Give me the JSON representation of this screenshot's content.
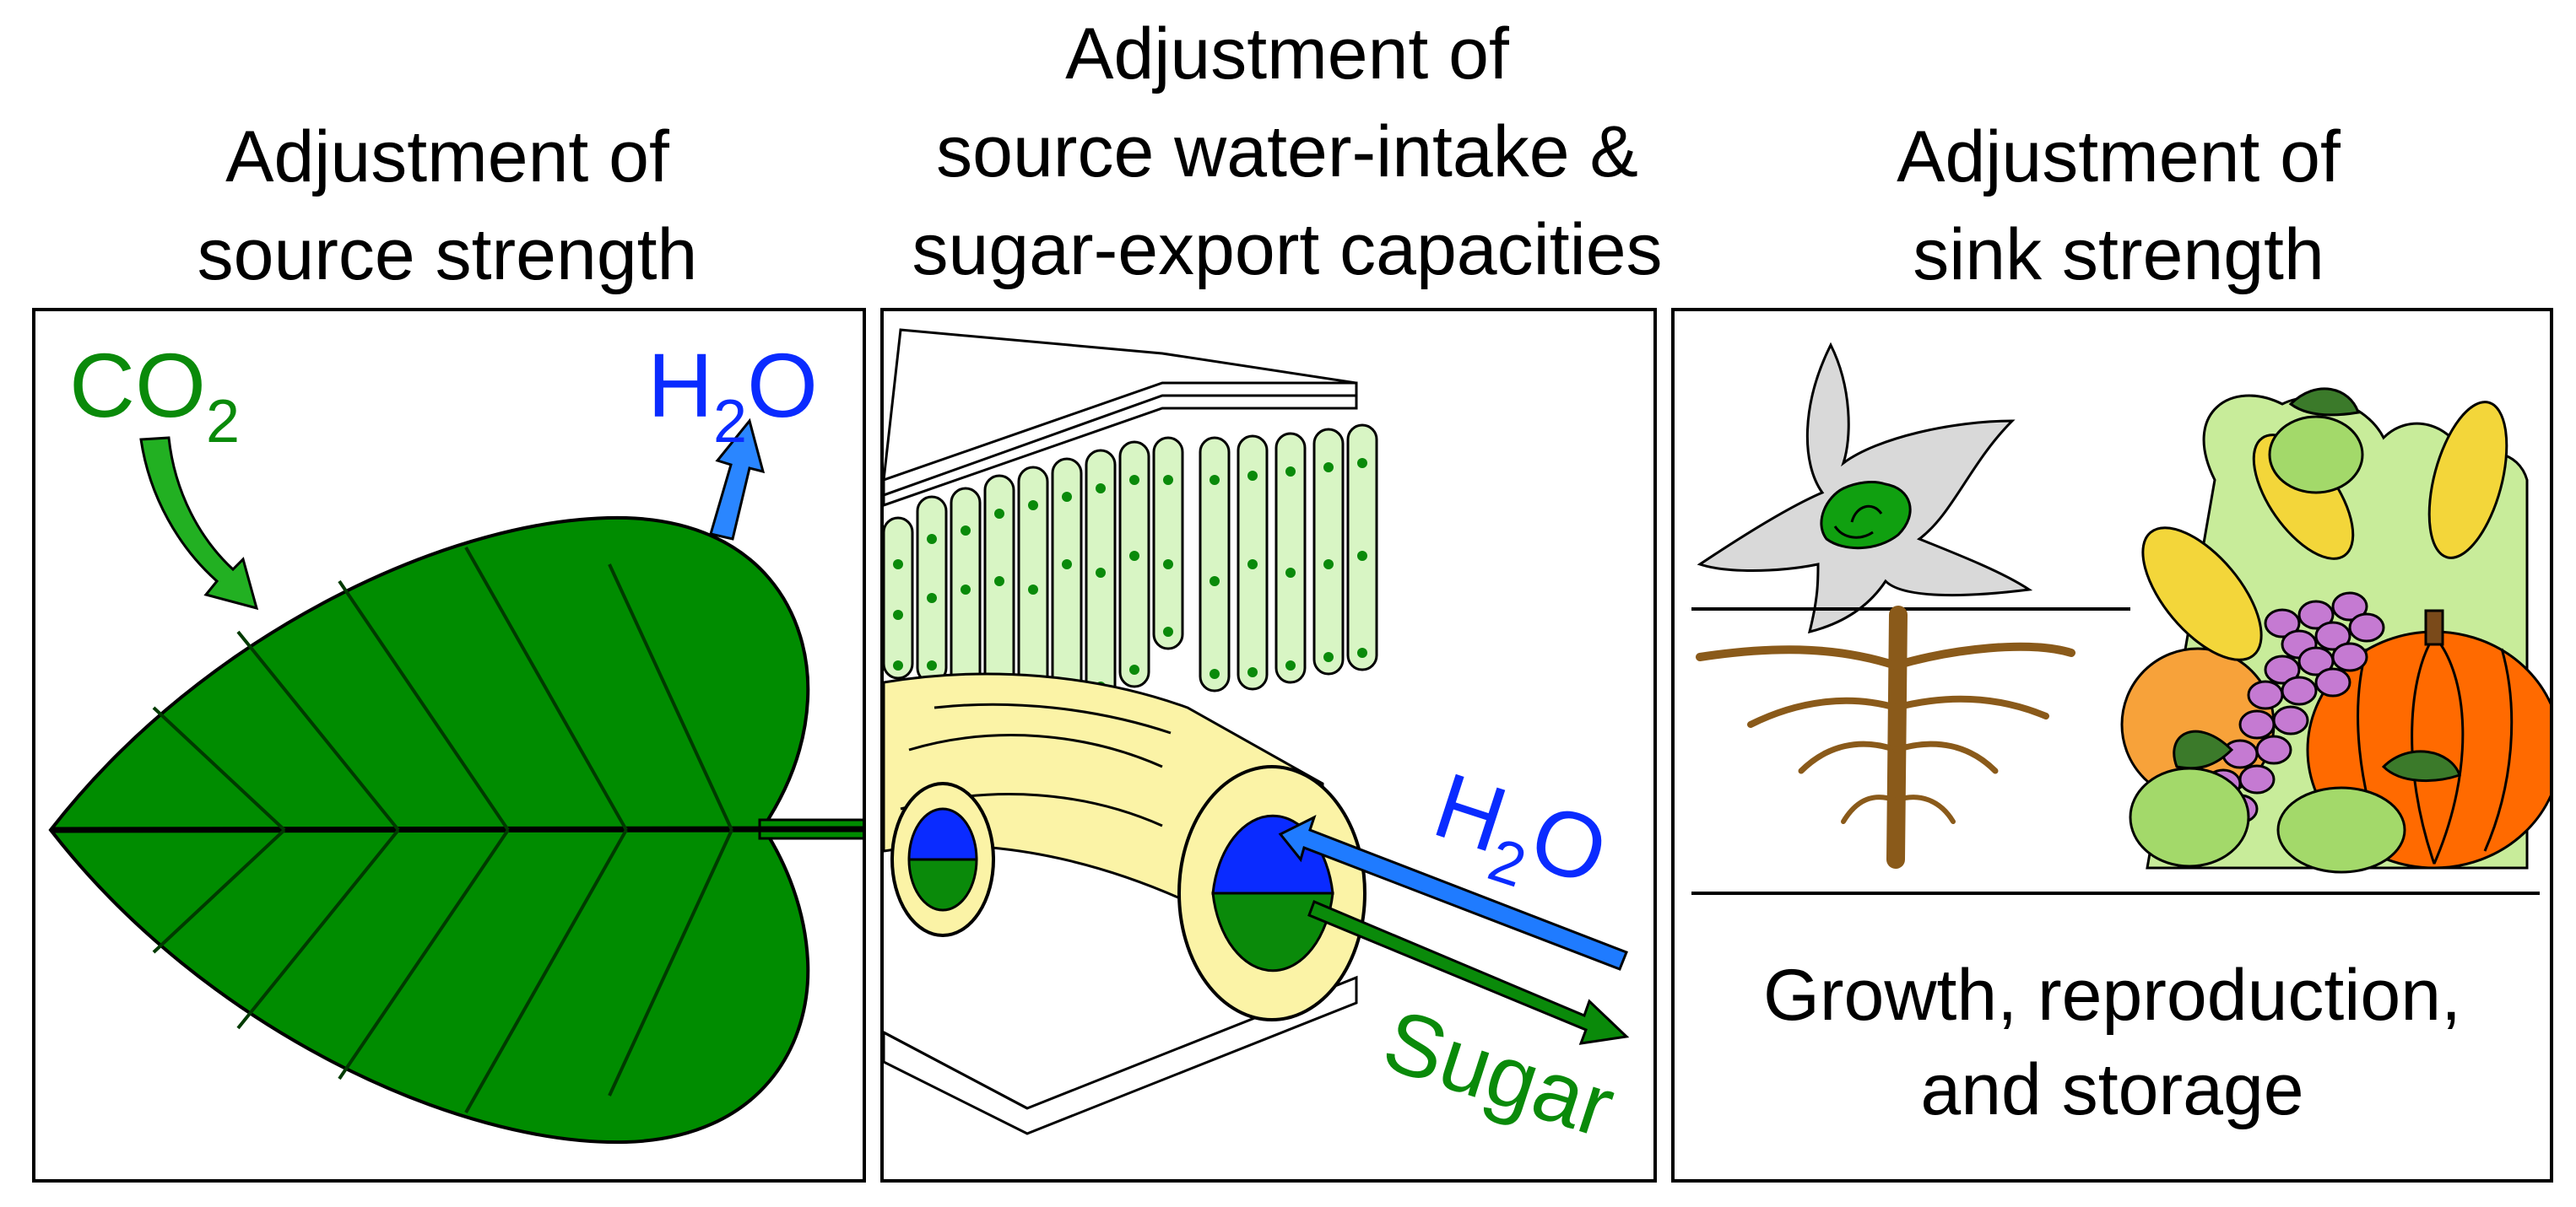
{
  "headings": {
    "source": [
      "Adjustment of",
      "source strength"
    ],
    "transport": [
      "Adjustment of",
      "source water-intake &",
      "sugar-export capacities"
    ],
    "sink": [
      "Adjustment of",
      "sink strength"
    ]
  },
  "leaf_panel": {
    "co2": "CO",
    "co2_sub": "2",
    "h2o": "H",
    "h2o_sub": "2",
    "h2o_end": "O"
  },
  "transport_panel": {
    "h2o": "H",
    "h2o_sub": "2",
    "h2o_end": "O",
    "sugar": "Sugar"
  },
  "sink_panel": {
    "caption": [
      "Growth, reproduction,",
      "and storage"
    ]
  },
  "colors": {
    "leaf_green": "#008c00",
    "label_green": "#0a8a0a",
    "water_blue": "#0a2bff",
    "arrow_blue": "#1f7bff",
    "xylem_yellow": "#fbf3a6",
    "cell_green": "#d8f5c4",
    "pumpkin": "#ff6a00",
    "grape": "#c57ad2",
    "root_brown": "#8a5a1a"
  },
  "icons": [
    "co2-arrow-icon",
    "h2o-arrow-icon",
    "leaf-icon",
    "vein-icon",
    "plant-top-icon",
    "root-icon",
    "fruit-basket-icon"
  ]
}
